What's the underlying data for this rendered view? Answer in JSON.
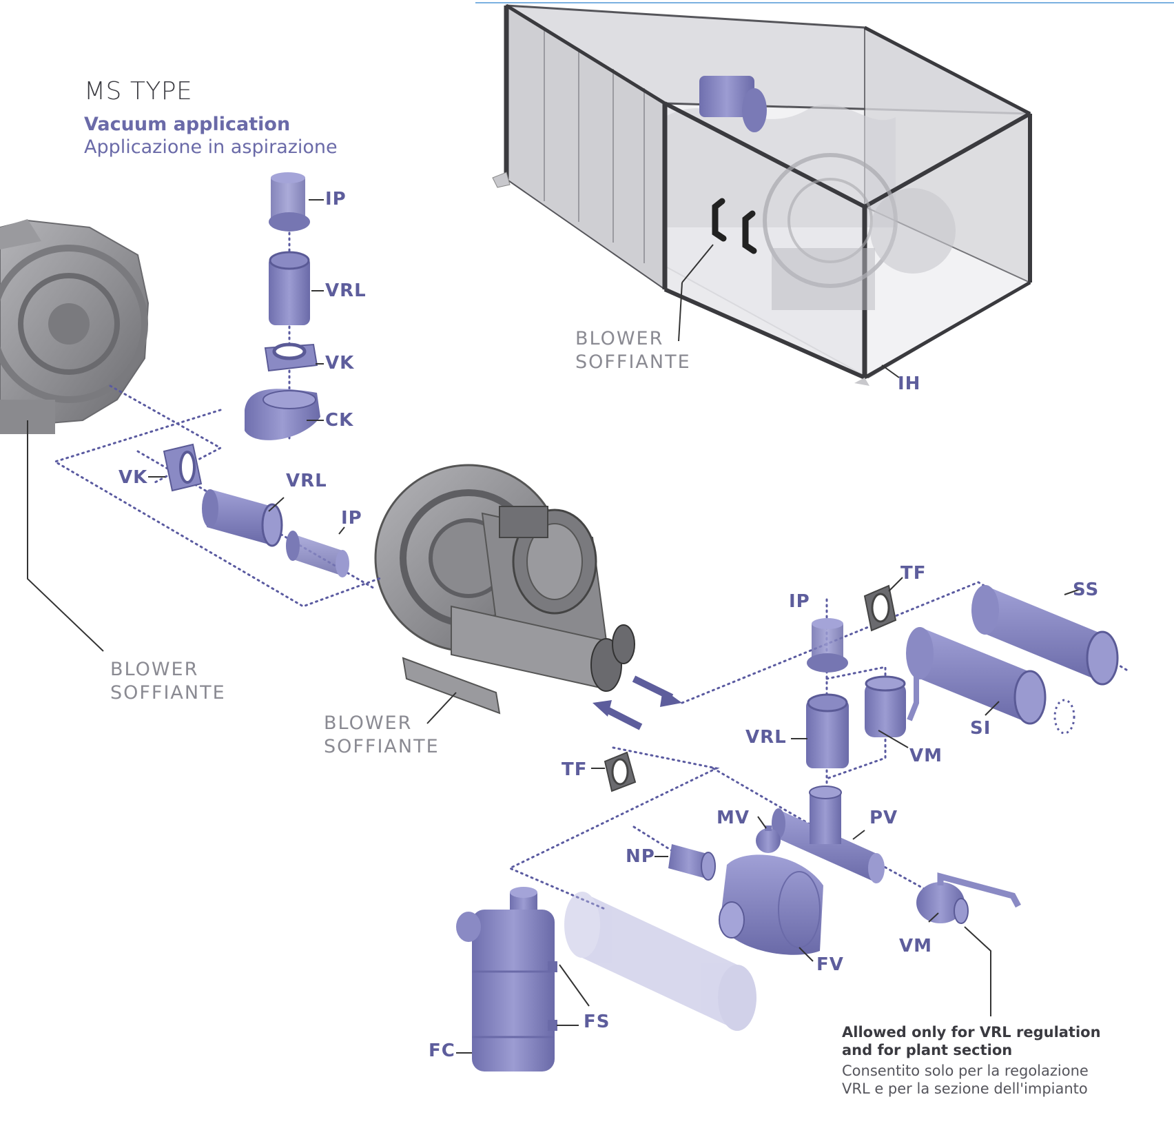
{
  "header": {
    "title": "MS TYPE",
    "subtitle_en": "Vacuum application",
    "subtitle_it": "Applicazione in aspirazione"
  },
  "captions": {
    "blower_top": [
      "BLOWER",
      "SOFFIANTE"
    ],
    "blower_left": [
      "BLOWER",
      "SOFFIANTE"
    ],
    "blower_center": [
      "BLOWER",
      "SOFFIANTE"
    ]
  },
  "labels": {
    "ip_top": "IP",
    "vrl_top": "VRL",
    "vk_top": "VK",
    "ck": "CK",
    "vk_left": "VK",
    "vrl_left": "VRL",
    "ip_left": "IP",
    "ih": "IH",
    "tf_top": "TF",
    "ip_right": "IP",
    "ss": "SS",
    "si": "SI",
    "vrl_right": "VRL",
    "vm_upper": "VM",
    "tf_low": "TF",
    "mv": "MV",
    "pv": "PV",
    "np": "NP",
    "vm_lower": "VM",
    "fv": "FV",
    "fs": "FS",
    "fc": "FC"
  },
  "note": {
    "en": [
      "Allowed only for VRL regulation",
      "and for plant section"
    ],
    "it": [
      "Consentito solo per la regolazione",
      "VRL e per la sezione dell'impianto"
    ]
  },
  "colors": {
    "component": "#8a8ac4",
    "component_dark": "#6a6aa8",
    "blower_grey": "#8e8e92",
    "label": "#5d5d9c",
    "caption": "#8a8a92",
    "dotted_line": "#5a5aa0",
    "frame": "#4a4a50",
    "top_rule": "#7ab0e0"
  }
}
